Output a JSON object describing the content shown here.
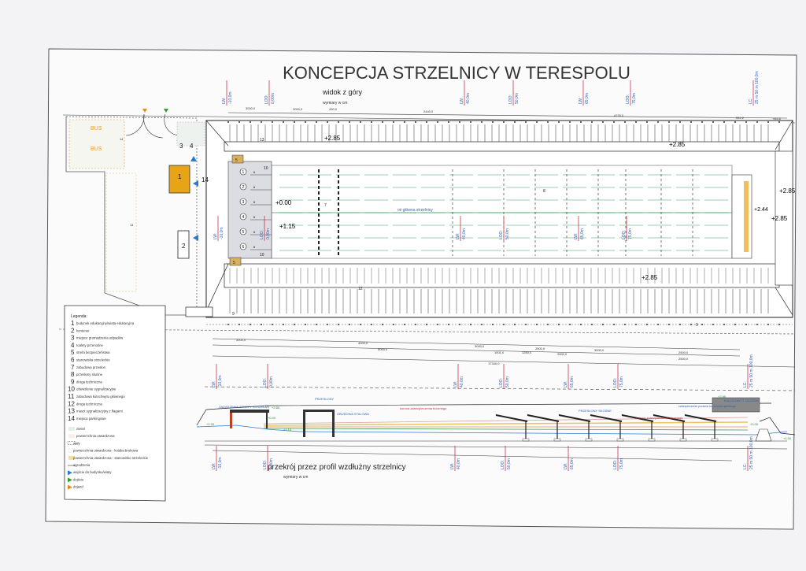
{
  "title": "KONCEPCJA STRZELNICY W TERESPOLU",
  "plan": {
    "heading": "widok z góry",
    "units": "wymiary w cm",
    "axis_label": "oś główna strzelnicy",
    "bus_labels": [
      "BUS",
      "BUS"
    ],
    "area_numbers": {
      "n1": "1",
      "n2": "2",
      "n3": "3",
      "n4": "4",
      "n5": "5",
      "n7": "7",
      "n8": "8",
      "n9": "9",
      "n10": "10",
      "n12": "12",
      "n13": "13",
      "n14": "14"
    },
    "stations": [
      "1",
      "2",
      "3",
      "4",
      "5",
      "6"
    ],
    "elevations": {
      "e1": "+2.85",
      "e2": "+2.85",
      "e3": "+2.85",
      "e4": "+2.85",
      "e5": "+2.85",
      "e6": "+0.00",
      "e7": "+1.15",
      "e8": "+2.44"
    },
    "dimensions_top": [
      "3000,0",
      "3000,0",
      "430,0",
      "2440,0",
      "4730,0",
      "542,2",
      "946,6"
    ],
    "dimensions_bottom": [
      "3000,0",
      "4000,0",
      "5000,0",
      "3000,0",
      "1001,0",
      "1250,0",
      "2500,0",
      "2500,0",
      "3000,0",
      "2500,0",
      "2500,0",
      "17340,0"
    ]
  },
  "distance_markers": {
    "top": [
      {
        "name": "LW:",
        "value": "-10,0m"
      },
      {
        "name": "LOO:",
        "value": "0,00m"
      },
      {
        "name": "LW:",
        "value": "40,0m"
      },
      {
        "name": "LOO:",
        "value": "50,0m"
      },
      {
        "name": "LW:",
        "value": "65,0m"
      },
      {
        "name": "LOO:",
        "value": "75,0m"
      },
      {
        "name": "LC:",
        "value": "25 m 50 m 100,0m"
      }
    ],
    "plan": [
      {
        "name": "LW:",
        "value": "-10,0m"
      },
      {
        "name": "LOO:",
        "value": "0,00m"
      },
      {
        "name": "LW:",
        "value": "40,0m"
      },
      {
        "name": "LOO:",
        "value": "50,0m"
      },
      {
        "name": "LW:",
        "value": "65,0m"
      },
      {
        "name": "LOO:",
        "value": "75,0m"
      }
    ],
    "section_top": [
      {
        "name": "LW:",
        "value": "-10,0m"
      },
      {
        "name": "LOO:",
        "value": "0,00m"
      },
      {
        "name": "LW:",
        "value": "40,0m"
      },
      {
        "name": "LOO:",
        "value": "50,0m"
      },
      {
        "name": "LW:",
        "value": "65,0m"
      },
      {
        "name": "LOO:",
        "value": "75,0m"
      },
      {
        "name": "LC:",
        "value": "25 m 50 m 100,0m"
      }
    ],
    "section_bottom": [
      {
        "name": "LW:",
        "value": "-10,0m"
      },
      {
        "name": "LOO:",
        "value": "0,00m"
      },
      {
        "name": "LW:",
        "value": "40,0m"
      },
      {
        "name": "LOO:",
        "value": "50,0m"
      },
      {
        "name": "LW:",
        "value": "65,0m"
      },
      {
        "name": "LOO:",
        "value": "75,0m"
      },
      {
        "name": "LC:",
        "value": "25 m 50 m 100,0m"
      }
    ]
  },
  "section": {
    "caption": "przekrój przez profil wzdłużny strzelnicy",
    "units": "wymiary w cm",
    "labels": {
      "roof": "ZADASZENIE STREFY STRZELAŃ",
      "baffles": "PRZESŁONY",
      "steel": "OBUDOWA STALOWA",
      "slant_baffles": "PRZESŁONY SKOŚNE",
      "side_crown": "korona zabezpieczenia bocznego",
      "side_crown2": "korona zabezpieczenia bocznego",
      "backstop": "KULOCHWYT GŁÓWNY",
      "backstop_guard": "zabezpieczenie poziome kulochwytu głównego"
    },
    "elevations": [
      "+2.85",
      "+1.00",
      "+0.00",
      "+1.15",
      "+2.85",
      "+0.00",
      "+1.00"
    ]
  },
  "legend": {
    "title": "Legenda:",
    "items": [
      {
        "num": "1",
        "label": "budynek edukacyjny/wiata edukacyjna"
      },
      {
        "num": "2",
        "label": "kontener"
      },
      {
        "num": "3",
        "label": "miejsce gromadzenia odpadów"
      },
      {
        "num": "4",
        "label": "toalety przenośne"
      },
      {
        "num": "5",
        "label": "strefa bezpieczeństwa"
      },
      {
        "num": "6",
        "label": "stanowiska strzeleckie"
      },
      {
        "num": "7",
        "label": "zabudowa przesłon"
      },
      {
        "num": "8",
        "label": "przesłony skośne"
      },
      {
        "num": "9",
        "label": "droga techniczna"
      },
      {
        "num": "10",
        "label": "oświetlenie sygnalizacyjne"
      },
      {
        "num": "11",
        "label": "zabudowa kulochwytu głównego"
      },
      {
        "num": "12",
        "label": "droga techniczna"
      },
      {
        "num": "13",
        "label": "maszt sygnalizacyjny z flagami"
      },
      {
        "num": "14",
        "label": "miejsca parkingowe"
      }
    ],
    "symbols": [
      {
        "icon": "green-dots",
        "label": "zieleń"
      },
      {
        "icon": "hardened-surface",
        "label": "powierzchnia utwardzona"
      },
      {
        "icon": "embankment",
        "label": "wały"
      },
      {
        "icon": "paving",
        "label": "powierzchnia utwardzona - kostka brukowa"
      },
      {
        "icon": "yellow-hatch",
        "label": "powierzchnia utwardzona - stanowisko strzeleckie"
      },
      {
        "icon": "fence-line",
        "label": "ogrodzenia"
      },
      {
        "icon": "blue-arrow",
        "label": "wejście do budynku/wiaty"
      },
      {
        "icon": "green-arrow",
        "label": "dojście"
      },
      {
        "icon": "orange-arrow",
        "label": "dojazd"
      }
    ]
  },
  "colors": {
    "marker_red": "#d0304a",
    "marker_blue": "#2f5fb3",
    "building_orange": "#e8a417",
    "range_green": "#3a9a5a",
    "bus_orange": "#e0a040"
  }
}
